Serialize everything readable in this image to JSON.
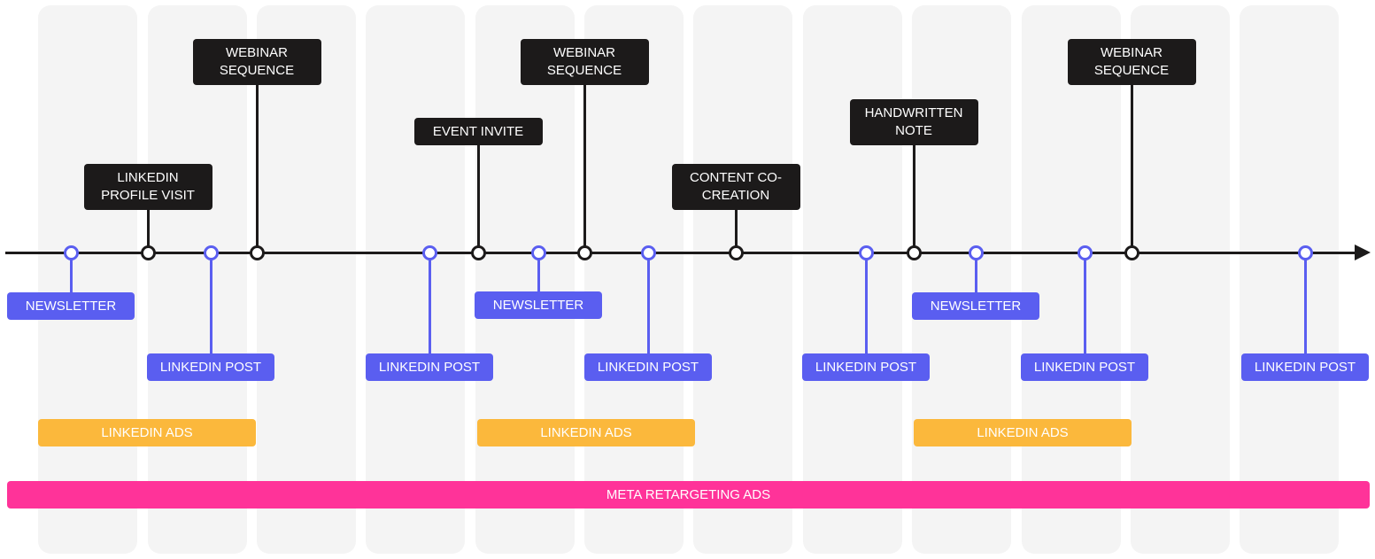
{
  "colors": {
    "background": "#ffffff",
    "column": "#f4f4f4",
    "axis": "#1c1a1a",
    "dark_box": "#1c1a1a",
    "blue_box": "#5a5ef0",
    "linkedin_ads": "#fbb83c",
    "meta_ads": "#ff3399"
  },
  "above_events": [
    {
      "label": "LINKEDIN\nPROFILE VISIT"
    },
    {
      "label": "WEBINAR\nSEQUENCE"
    },
    {
      "label": "EVENT INVITE"
    },
    {
      "label": "WEBINAR\nSEQUENCE"
    },
    {
      "label": "CONTENT CO-\nCREATION"
    },
    {
      "label": "HANDWRITTEN\nNOTE"
    },
    {
      "label": "WEBINAR\nSEQUENCE"
    }
  ],
  "below_events": [
    {
      "label": "NEWSLETTER"
    },
    {
      "label": "LINKEDIN POST"
    },
    {
      "label": "LINKEDIN POST"
    },
    {
      "label": "NEWSLETTER"
    },
    {
      "label": "LINKEDIN POST"
    },
    {
      "label": "LINKEDIN POST"
    },
    {
      "label": "NEWSLETTER"
    },
    {
      "label": "LINKEDIN POST"
    },
    {
      "label": "LINKEDIN POST"
    }
  ],
  "linkedin_ads": [
    {
      "label": "LINKEDIN ADS"
    },
    {
      "label": "LINKEDIN ADS"
    },
    {
      "label": "LINKEDIN ADS"
    }
  ],
  "meta_ads": {
    "label": "META RETARGETING ADS"
  }
}
